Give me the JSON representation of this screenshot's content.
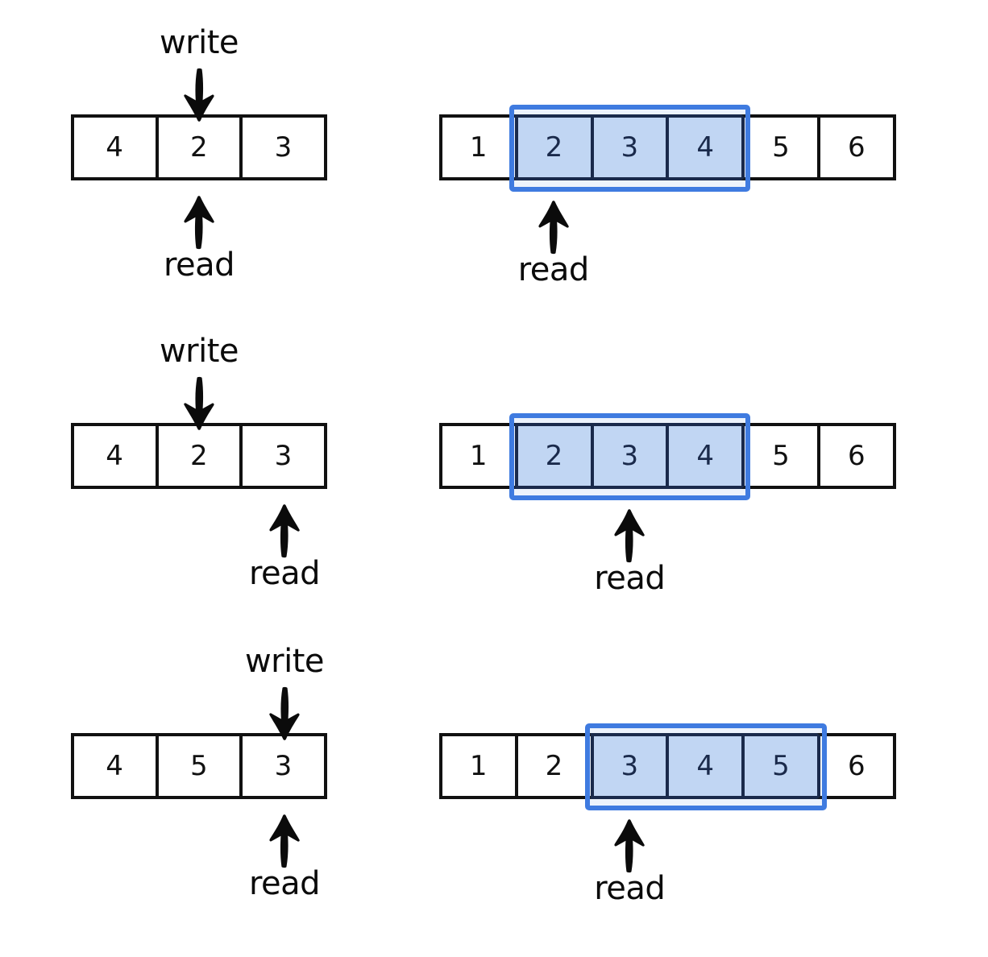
{
  "diagram": {
    "title_text": "",
    "colors": {
      "ink": "#111111",
      "highlight_fill": "#cfdff5",
      "highlight_border": "#3f7be0",
      "highlight_cell_border": "#15203a",
      "background": "#ffffff"
    },
    "labels": {
      "write": "write",
      "read": "read"
    },
    "icons": {
      "write_arrow": "arrow-down-icon",
      "read_arrow": "arrow-up-icon"
    },
    "rows": [
      {
        "id": "row-1",
        "left": {
          "cells": [
            "4",
            "2",
            "3"
          ],
          "write_label": "write",
          "write_index": 1,
          "read_label": "read",
          "read_index": 1
        },
        "right": {
          "cells": [
            "1",
            "2",
            "3",
            "4",
            "5",
            "6"
          ],
          "highlight_start": 1,
          "highlight_end": 3,
          "read_label": "read",
          "read_index": 1
        }
      },
      {
        "id": "row-2",
        "left": {
          "cells": [
            "4",
            "2",
            "3"
          ],
          "write_label": "write",
          "write_index": 1,
          "read_label": "read",
          "read_index": 2
        },
        "right": {
          "cells": [
            "1",
            "2",
            "3",
            "4",
            "5",
            "6"
          ],
          "highlight_start": 1,
          "highlight_end": 3,
          "read_label": "read",
          "read_index": 2
        }
      },
      {
        "id": "row-3",
        "left": {
          "cells": [
            "4",
            "5",
            "3"
          ],
          "write_label": "write",
          "write_index": 2,
          "read_label": "read",
          "read_index": 2
        },
        "right": {
          "cells": [
            "1",
            "2",
            "3",
            "4",
            "5",
            "6"
          ],
          "highlight_start": 2,
          "highlight_end": 4,
          "read_label": "read",
          "read_index": 2
        }
      }
    ]
  }
}
